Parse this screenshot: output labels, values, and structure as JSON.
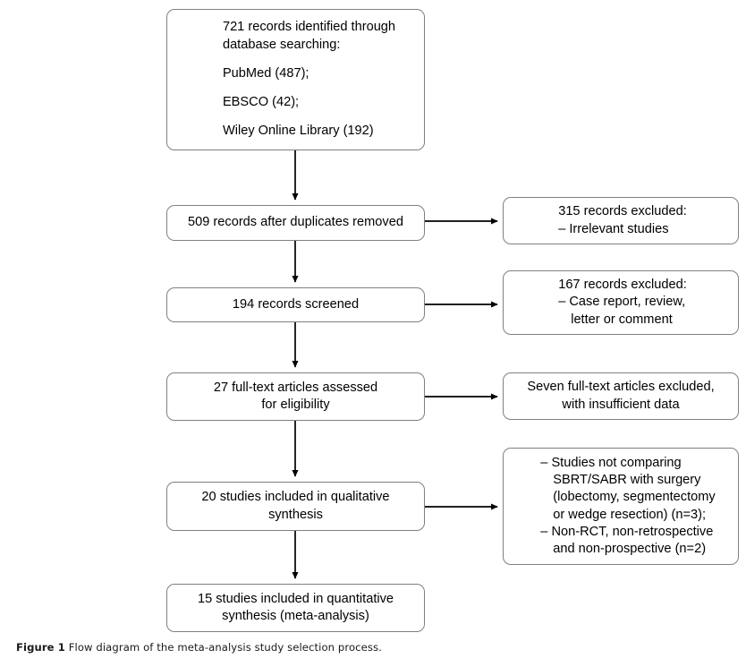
{
  "figure": {
    "caption_label": "Figure 1",
    "caption_text": "Flow diagram of the meta-analysis study selection process.",
    "box_border_color": "#808080",
    "text_color": "#000000",
    "background_color": "#ffffff"
  },
  "flow": {
    "identified": {
      "line1": "721 records identified through",
      "line2": "database searching:",
      "line3": "PubMed (487);",
      "line4": "EBSCO (42);",
      "line5": "Wiley Online Library (192)"
    },
    "duplicates": {
      "line1": "509 records after duplicates removed"
    },
    "screened": {
      "line1": "194 records screened"
    },
    "fulltext": {
      "line1": "27 full-text articles assessed",
      "line2": "for eligibility"
    },
    "qualitative": {
      "line1": "20 studies included in qualitative",
      "line2": "synthesis"
    },
    "quantitative": {
      "line1": "15 studies included in quantitative",
      "line2": "synthesis (meta-analysis)"
    }
  },
  "exclusions": {
    "irrelevant": {
      "line1": "315 records excluded:",
      "line2": "– Irrelevant studies"
    },
    "casereport": {
      "line1": "167 records excluded:",
      "line2": "– Case report, review,",
      "line3": "letter or comment"
    },
    "insufficient": {
      "line1": "Seven full-text articles excluded,",
      "line2": "with insufficient data"
    },
    "criteria": {
      "line1": "– Studies not comparing",
      "line2": "SBRT/SABR with surgery",
      "line3": "(lobectomy, segmentectomy",
      "line4": "or wedge resection) (n=3);",
      "line5": "– Non-RCT, non-retrospective",
      "line6": "and non-prospective (n=2)"
    }
  }
}
